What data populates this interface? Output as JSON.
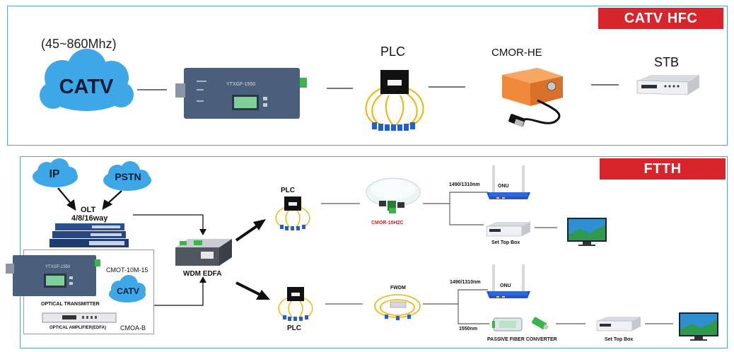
{
  "catv": {
    "banner": "CATV HFC",
    "freq": "(45~860Mhz)",
    "cloud": "CATV",
    "transmitter_model": "YTXGF-1550",
    "plc": "PLC",
    "cmor": "CMOR-HE",
    "stb": "STB"
  },
  "ftth": {
    "banner": "FTTH",
    "ip": "IP",
    "pstn": "PSTN",
    "olt": "OLT",
    "olt_ways": "4/8/16way",
    "cmot": "CMOT-10M-15",
    "catv_cloud": "CATV",
    "optical_transmitter": "OPTICAL TRANSMITTER",
    "optical_amplifier": "OPTICAL AMPLIFIER(EDFA)",
    "cmoa": "CMOA-B",
    "wdm_edfa": "WDM EDFA",
    "plc_top": "PLC",
    "plc_bottom": "PLC",
    "cmor_10h2c": "CMOR-10H2C",
    "wavelength_top": "1490/1310nm",
    "onu_top": "ONU",
    "set_top_box_top": "Set Top Box",
    "fwdm": "FWDM",
    "wavelength_bottom": "1490/1310nm",
    "onu_bottom": "ONU",
    "wavelength_1550": "1550nm",
    "passive_converter": "PASSIVE FIBER CONVERTER",
    "set_top_box_bottom": "Set Top Box",
    "transmitter_model": "YTXGF-1550"
  },
  "colors": {
    "banner": "#d9242b",
    "panel_border": "#5fa8a8",
    "cloud": "#3ea7e8",
    "device_blue": "#4a5f7c",
    "lcd_green": "#7fcf9a",
    "fiber_yellow": "#f0b400",
    "connector_blue": "#1f5fd0",
    "cmor_orange": "#f08a3a"
  }
}
